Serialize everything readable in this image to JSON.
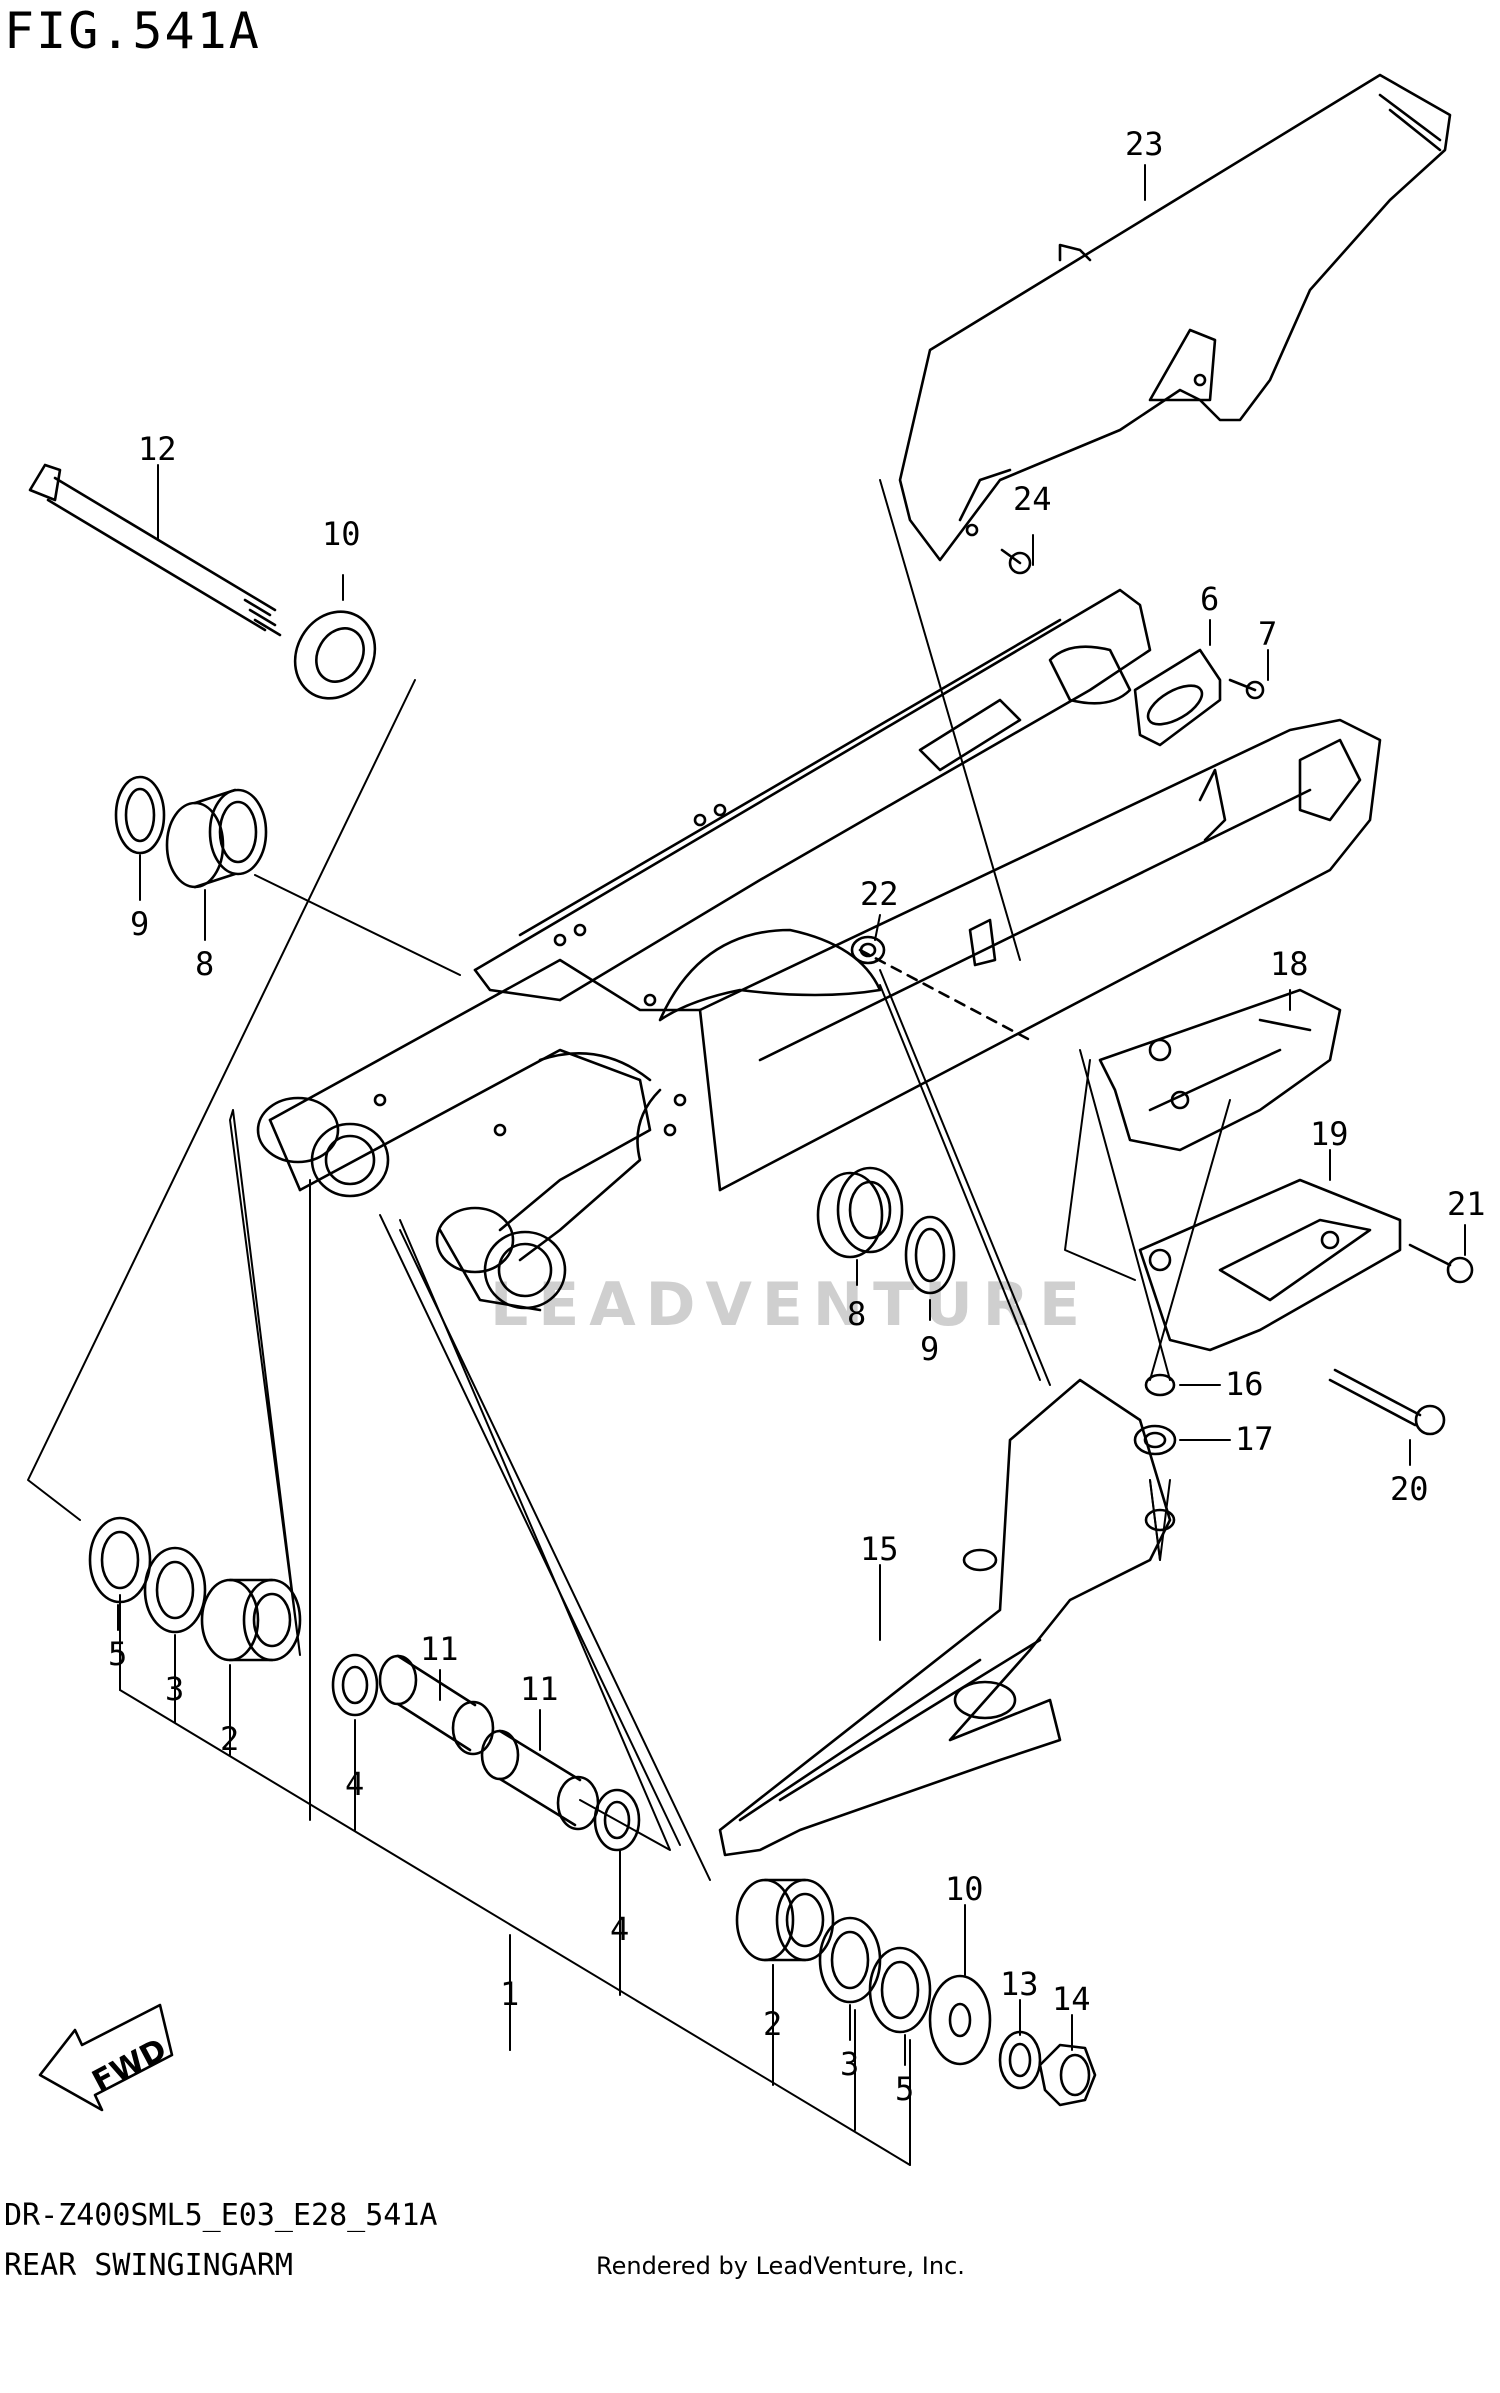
{
  "figure": {
    "title": "FIG.541A",
    "model_code": "DR-Z400SML5_E03_E28_541A",
    "name": "REAR SWINGINGARM",
    "credit": "Rendered by LeadVenture, Inc.",
    "watermark": "LEADVENTURE",
    "fwd_label": "FWD"
  },
  "callouts": [
    {
      "id": "c23",
      "label": "23"
    },
    {
      "id": "c12",
      "label": "12"
    },
    {
      "id": "c10a",
      "label": "10"
    },
    {
      "id": "c24",
      "label": "24"
    },
    {
      "id": "c6",
      "label": "6"
    },
    {
      "id": "c7",
      "label": "7"
    },
    {
      "id": "c9a",
      "label": "9"
    },
    {
      "id": "c8a",
      "label": "8"
    },
    {
      "id": "c22",
      "label": "22"
    },
    {
      "id": "c18",
      "label": "18"
    },
    {
      "id": "c19",
      "label": "19"
    },
    {
      "id": "c21",
      "label": "21"
    },
    {
      "id": "c8b",
      "label": "8"
    },
    {
      "id": "c9b",
      "label": "9"
    },
    {
      "id": "c16",
      "label": "16"
    },
    {
      "id": "c17",
      "label": "17"
    },
    {
      "id": "c20",
      "label": "20"
    },
    {
      "id": "c15",
      "label": "15"
    },
    {
      "id": "c5a",
      "label": "5"
    },
    {
      "id": "c3a",
      "label": "3"
    },
    {
      "id": "c2a",
      "label": "2"
    },
    {
      "id": "c11a",
      "label": "11"
    },
    {
      "id": "c11b",
      "label": "11"
    },
    {
      "id": "c4a",
      "label": "4"
    },
    {
      "id": "c4b",
      "label": "4"
    },
    {
      "id": "c1",
      "label": "1"
    },
    {
      "id": "c10b",
      "label": "10"
    },
    {
      "id": "c13",
      "label": "13"
    },
    {
      "id": "c14",
      "label": "14"
    },
    {
      "id": "c2b",
      "label": "2"
    },
    {
      "id": "c3b",
      "label": "3"
    },
    {
      "id": "c5b",
      "label": "5"
    }
  ]
}
